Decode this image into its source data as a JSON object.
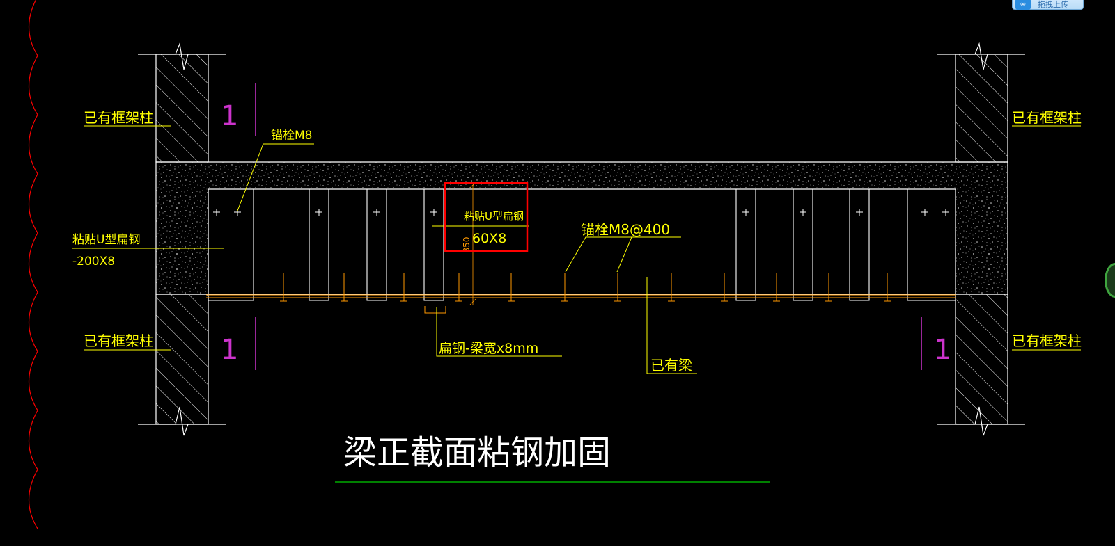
{
  "colors": {
    "background": "#000000",
    "outline": "#ffffff",
    "label": "#ffff00",
    "orange": "#ff9900",
    "magenta": "#cc33cc",
    "red": "#ff0000",
    "green": "#00cc00"
  },
  "labels": {
    "column_top_left": "已有框架柱",
    "column_bottom_left": "已有框架柱",
    "column_top_right": "已有框架柱",
    "column_bottom_right": "已有框架柱",
    "anchor_m8": "锚栓M8",
    "plate_u_title": "粘贴U型扁钢",
    "plate_u_size": "-200X8",
    "highlight_title": "粘贴U型扁钢",
    "highlight_size": "60X8",
    "dimension_850": "850",
    "anchor_m8_400": "锚栓M8@400",
    "flat_steel_width": "扁钢-梁宽x8mm",
    "existing_beam": "已有梁",
    "section_mark": "1",
    "main_title": "梁正截面粘钢加固"
  },
  "toolbar": {
    "upload_label": "拖拽上传",
    "upload_icon": "cloud-link-icon"
  },
  "side_widget": {
    "icon": "green-circle-icon"
  }
}
